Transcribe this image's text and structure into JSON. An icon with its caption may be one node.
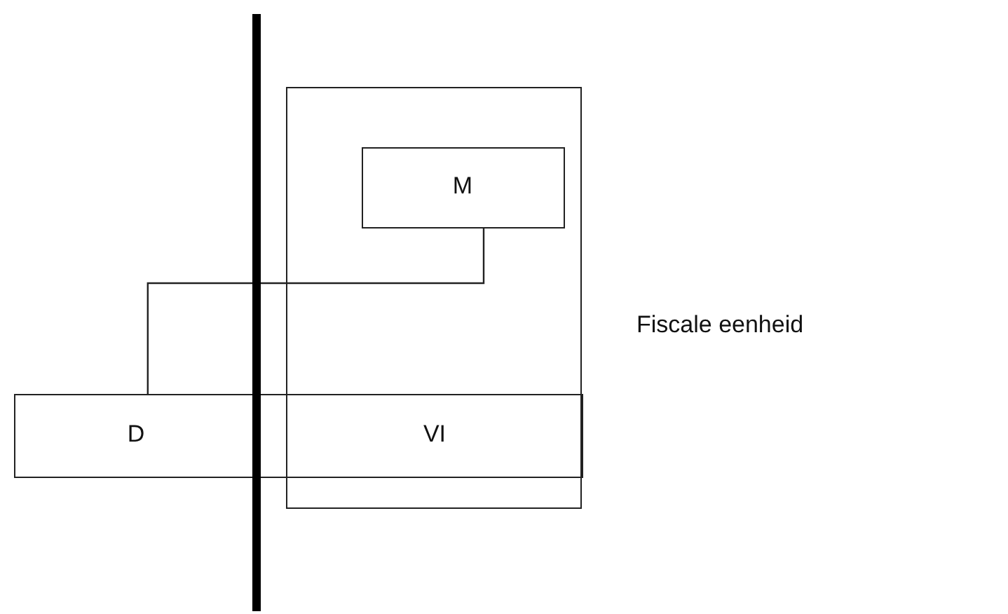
{
  "diagram": {
    "nodes": [
      {
        "text": [
          "Fiscale eenheid"
        ]
      },
      {
        "text": [
          "M"
        ],
        "in": 0
      },
      {
        "text": [
          "D",
          "VI"
        ]
      }
    ],
    "edges": [
      {
        "from": 1,
        "to": 2,
        "arrow": "none"
      }
    ]
  }
}
